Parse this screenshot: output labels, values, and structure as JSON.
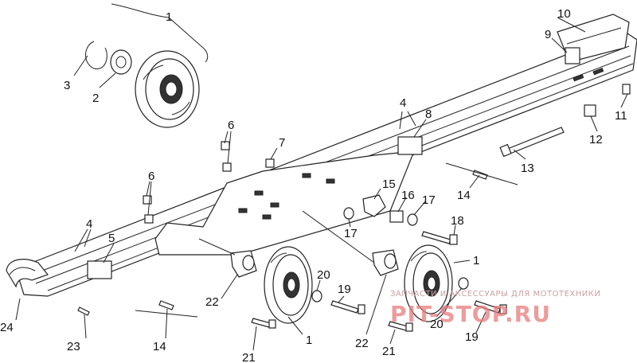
{
  "callouts": [
    {
      "id": "c1a",
      "text": "1"
    },
    {
      "id": "c10",
      "text": "10"
    },
    {
      "id": "c9",
      "text": "9"
    },
    {
      "id": "c3",
      "text": "3"
    },
    {
      "id": "c2",
      "text": "2"
    },
    {
      "id": "c4a",
      "text": "4"
    },
    {
      "id": "c8",
      "text": "8"
    },
    {
      "id": "c11",
      "text": "11"
    },
    {
      "id": "c6a",
      "text": "6"
    },
    {
      "id": "c7",
      "text": "7"
    },
    {
      "id": "c12",
      "text": "12"
    },
    {
      "id": "c13",
      "text": "13"
    },
    {
      "id": "c6b",
      "text": "6"
    },
    {
      "id": "c14a",
      "text": "14"
    },
    {
      "id": "c15",
      "text": "15"
    },
    {
      "id": "c16",
      "text": "16"
    },
    {
      "id": "c17a",
      "text": "17"
    },
    {
      "id": "c18",
      "text": "18"
    },
    {
      "id": "c4b",
      "text": "4"
    },
    {
      "id": "c17b",
      "text": "17"
    },
    {
      "id": "c5",
      "text": "5"
    },
    {
      "id": "c1b",
      "text": "1"
    },
    {
      "id": "c20a",
      "text": "20"
    },
    {
      "id": "c19a",
      "text": "19"
    },
    {
      "id": "c22a",
      "text": "22"
    },
    {
      "id": "c20b",
      "text": "20"
    },
    {
      "id": "c19b",
      "text": "19"
    },
    {
      "id": "c24",
      "text": "24"
    },
    {
      "id": "c1c",
      "text": "1"
    },
    {
      "id": "c22b",
      "text": "22"
    },
    {
      "id": "c23",
      "text": "23"
    },
    {
      "id": "c14b",
      "text": "14"
    },
    {
      "id": "c21a",
      "text": "21"
    },
    {
      "id": "c21b",
      "text": "21"
    }
  ],
  "watermark": {
    "line1": "ЗАПЧАСТИ И АКСЕССУАРЫ ДЛЯ МОТОТЕХНИКИ",
    "line2": "PIT-STOP.RU"
  }
}
